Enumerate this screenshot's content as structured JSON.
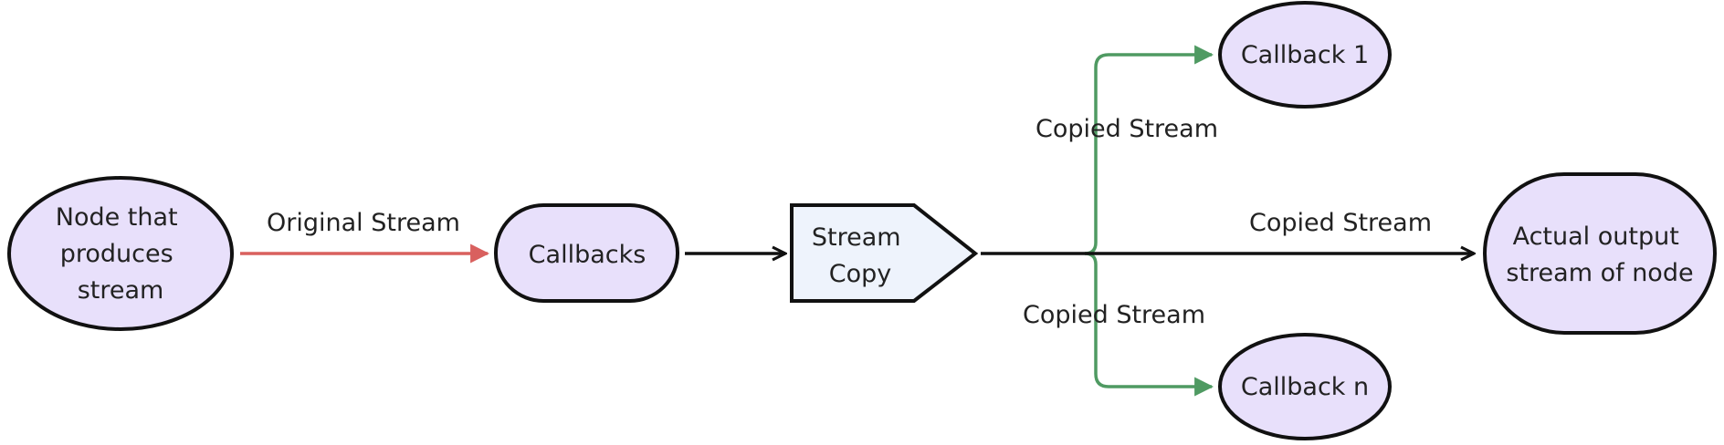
{
  "colors": {
    "node_fill": "#e8e0fb",
    "process_fill": "#eef3fc",
    "outline": "#111111",
    "original_stream_edge": "#d9605e",
    "callback_edge": "#4f9a62",
    "edge_default": "#111111"
  },
  "nodes": {
    "producer": {
      "lines": [
        "Node that",
        "produces",
        "stream"
      ]
    },
    "callbacks": {
      "lines": [
        "Callbacks"
      ]
    },
    "stream_copy": {
      "lines": [
        "Stream",
        "Copy"
      ]
    },
    "callback_1": {
      "lines": [
        "Callback 1"
      ]
    },
    "callback_n": {
      "lines": [
        "Callback n"
      ]
    },
    "output": {
      "lines": [
        "Actual output",
        "stream of node"
      ]
    }
  },
  "edges": {
    "original": {
      "label": "Original Stream"
    },
    "to_copy": {
      "label": ""
    },
    "to_callback_1": {
      "label": "Copied Stream"
    },
    "to_output": {
      "label": "Copied Stream"
    },
    "to_callback_n": {
      "label": "Copied Stream"
    }
  }
}
